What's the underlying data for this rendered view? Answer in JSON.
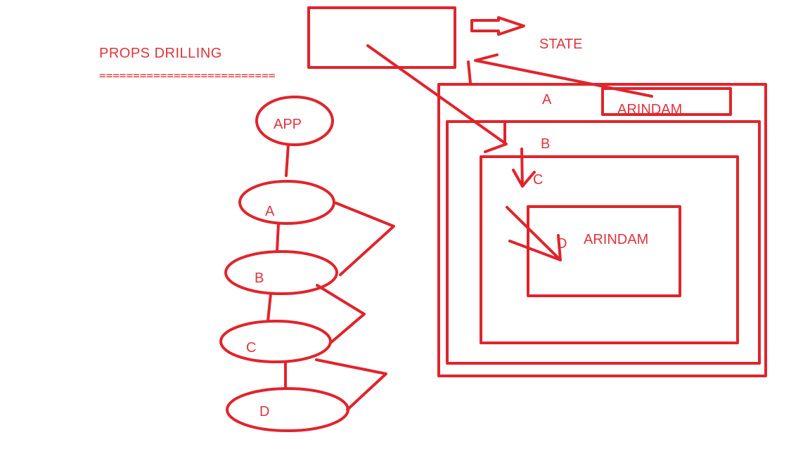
{
  "title": "PROPS   DRILLING",
  "underline": "==========================",
  "state_label": "STATE",
  "tree": {
    "nodes": [
      "APP",
      "A",
      "B",
      "C",
      "D"
    ]
  },
  "boxes": {
    "a_label": "A",
    "a_value": "ARINDAM",
    "b_label": "B",
    "c_label": "C",
    "d_label": "D",
    "d_value": "ARINDAM"
  },
  "colors": {
    "stroke": "#e0242c",
    "text": "#e0343c"
  }
}
